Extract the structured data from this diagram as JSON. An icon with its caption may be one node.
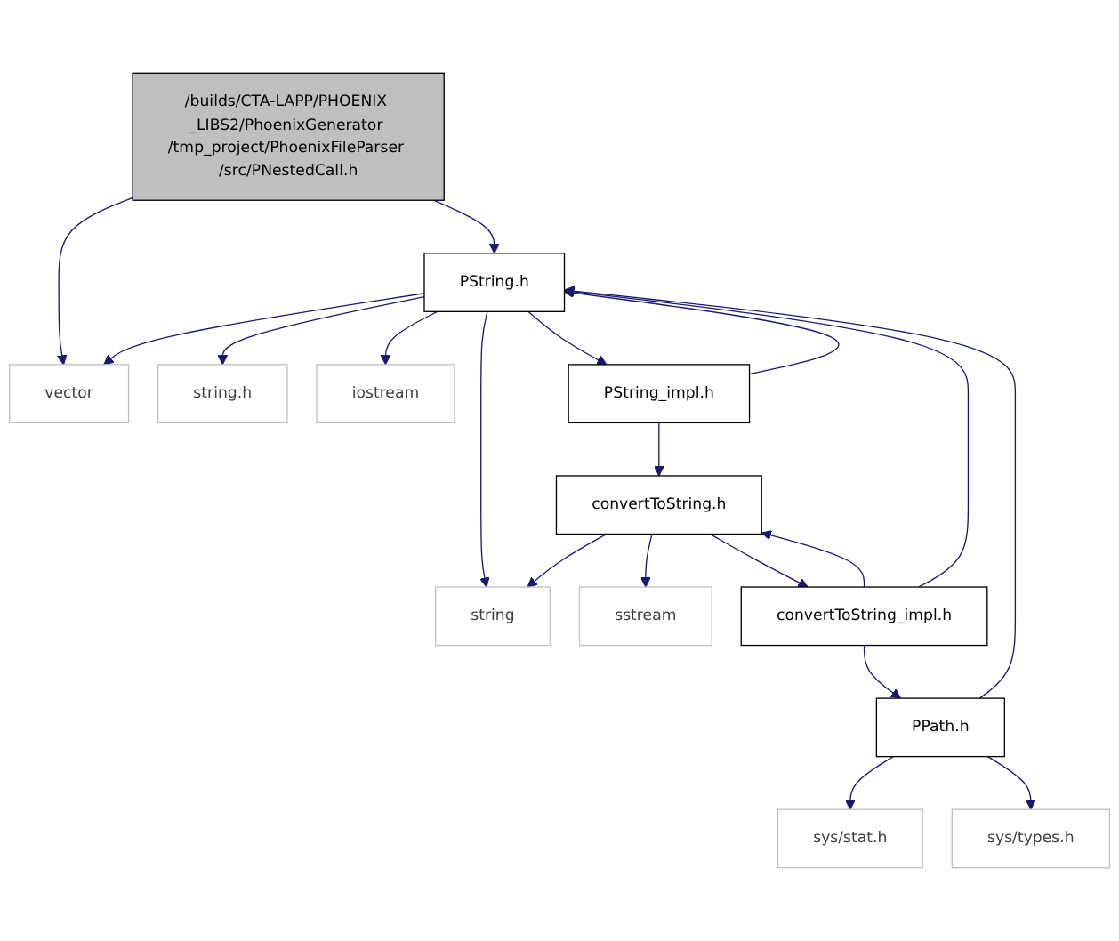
{
  "diagram": {
    "nodes": [
      {
        "text": [
          "/builds/CTA-LAPP/PHOENIX _LIBS2/PhoenixGenerator /tmp_project/PhoenixFileParser /src/PNestedCall.h"
        ]
      },
      {
        "text": [
          "PString.h"
        ]
      },
      {
        "text": [
          "vector"
        ]
      },
      {
        "text": [
          "string.h"
        ]
      },
      {
        "text": [
          "iostream"
        ]
      },
      {
        "text": [
          "PString_impl.h"
        ]
      },
      {
        "text": [
          "convertToString.h"
        ]
      },
      {
        "text": [
          "string"
        ]
      },
      {
        "text": [
          "sstream"
        ]
      },
      {
        "text": [
          "convertToString_impl.h"
        ]
      },
      {
        "text": [
          "PPath.h"
        ]
      },
      {
        "text": [
          "sys/stat.h"
        ]
      },
      {
        "text": [
          "sys/types.h"
        ]
      }
    ],
    "edges": [
      {
        "from": 0,
        "to": 2,
        "arrow": "to"
      },
      {
        "from": 0,
        "to": 1,
        "arrow": "to"
      },
      {
        "from": 1,
        "to": 2,
        "arrow": "to"
      },
      {
        "from": 1,
        "to": 3,
        "arrow": "to"
      },
      {
        "from": 1,
        "to": 4,
        "arrow": "to"
      },
      {
        "from": 1,
        "to": 5,
        "arrow": "to"
      },
      {
        "from": 1,
        "to": 7,
        "arrow": "to"
      },
      {
        "from": 5,
        "to": 1,
        "arrow": "to"
      },
      {
        "from": 5,
        "to": 6,
        "arrow": "to"
      },
      {
        "from": 6,
        "to": 7,
        "arrow": "to"
      },
      {
        "from": 6,
        "to": 8,
        "arrow": "to"
      },
      {
        "from": 6,
        "to": 9,
        "arrow": "to"
      },
      {
        "from": 9,
        "to": 6,
        "arrow": "to"
      },
      {
        "from": 9,
        "to": 1,
        "arrow": "to"
      },
      {
        "from": 9,
        "to": 10,
        "arrow": "to"
      },
      {
        "from": 10,
        "to": 1,
        "arrow": "to"
      },
      {
        "from": 10,
        "to": 11,
        "arrow": "to"
      },
      {
        "from": 10,
        "to": 12,
        "arrow": "to"
      }
    ]
  }
}
